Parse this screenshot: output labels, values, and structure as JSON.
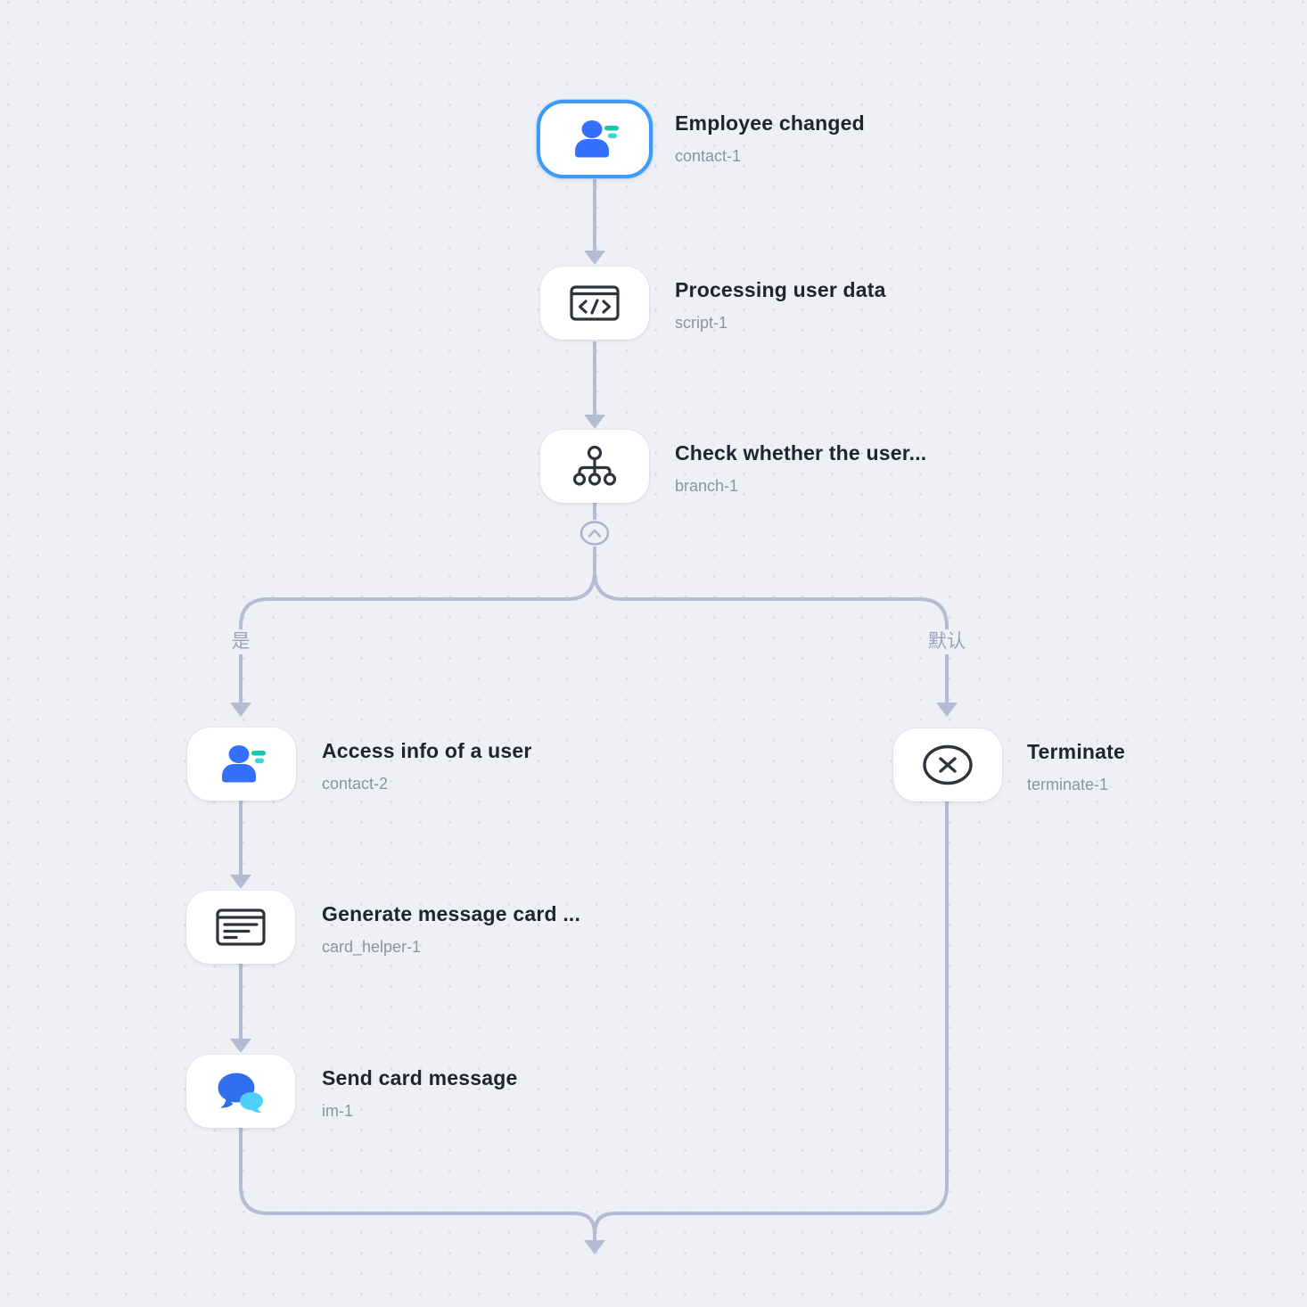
{
  "canvas": {
    "background": "#eef0f5",
    "dot_color": "#d9dce5",
    "edge_color": "#b4bbd4",
    "selected_border_color": "#3b9afa",
    "accent_blue": "#3370ff",
    "accent_teal": "#16c7ae",
    "accent_cyan": "#4fd0f7",
    "icon_stroke": "#2f343c"
  },
  "nodes": [
    {
      "title": "Employee changed",
      "subtitle": "contact-1",
      "icon": "contact-person-icon",
      "selected": true
    },
    {
      "title": "Processing user data",
      "subtitle": "script-1",
      "icon": "code-script-icon",
      "selected": false
    },
    {
      "title": "Check whether the user...",
      "subtitle": "branch-1",
      "icon": "branch-sitemap-icon",
      "selected": false
    },
    {
      "title": "Access info of a user",
      "subtitle": "contact-2",
      "icon": "contact-person-icon",
      "selected": false
    },
    {
      "title": "Generate message card ...",
      "subtitle": "card_helper-1",
      "icon": "message-card-icon",
      "selected": false
    },
    {
      "title": "Send card message",
      "subtitle": "im-1",
      "icon": "chat-bubbles-icon",
      "selected": false
    },
    {
      "title": "Terminate",
      "subtitle": "terminate-1",
      "icon": "terminate-cross-icon",
      "selected": false
    }
  ],
  "edges": [
    {
      "from": "contact-1",
      "to": "script-1",
      "label": ""
    },
    {
      "from": "script-1",
      "to": "branch-1",
      "label": ""
    },
    {
      "from": "branch-1",
      "to": "contact-2",
      "label": "是"
    },
    {
      "from": "branch-1",
      "to": "terminate-1",
      "label": "默认"
    },
    {
      "from": "contact-2",
      "to": "card_helper-1",
      "label": ""
    },
    {
      "from": "card_helper-1",
      "to": "im-1",
      "label": ""
    }
  ]
}
